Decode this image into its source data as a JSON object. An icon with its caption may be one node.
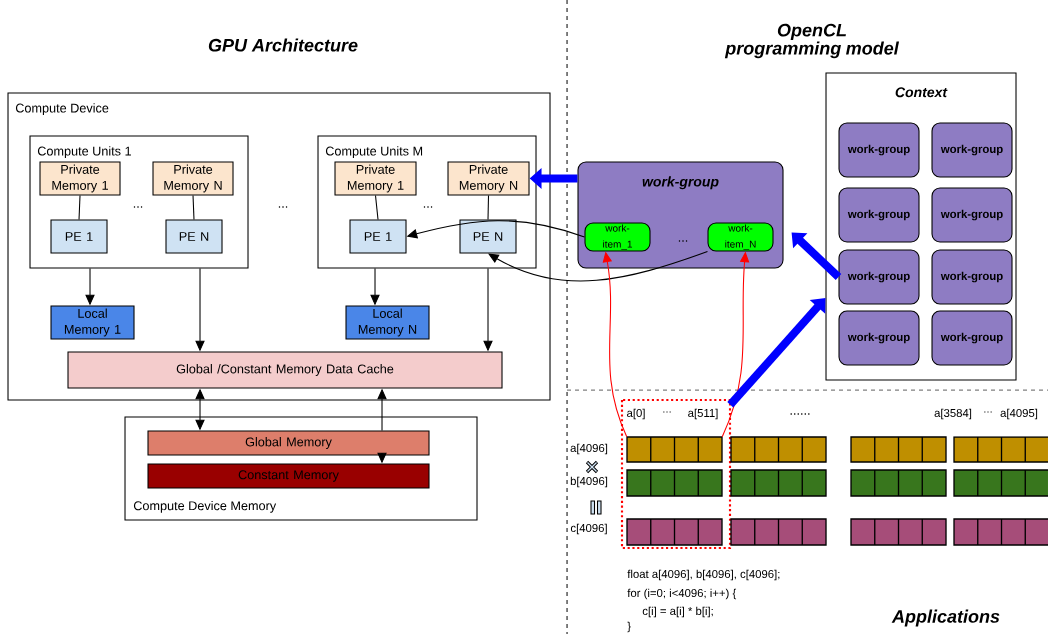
{
  "diagram": {
    "nodes": [
      {
        "text": [
          "Compute Device"
        ]
      },
      {
        "text": [
          "Compute Units 1"
        ],
        "in": 0
      },
      {
        "text": [
          "Private Memory 1"
        ],
        "in": 1
      },
      {
        "text": [
          "Private Memory N"
        ],
        "in": 1
      },
      {
        "text": [
          "PE 1"
        ],
        "in": 1
      },
      {
        "text": [
          "PE N"
        ],
        "in": 1
      },
      {
        "text": [
          "Compute Units M"
        ],
        "in": 0
      },
      {
        "text": [
          "Private Memory 1"
        ],
        "in": 6
      },
      {
        "text": [
          "Private Memory N"
        ],
        "in": 6
      },
      {
        "text": [
          "PE 1"
        ],
        "in": 6
      },
      {
        "text": [
          "PE N"
        ],
        "in": 6
      },
      {
        "text": [
          "Local Memory 1"
        ],
        "in": 0
      },
      {
        "text": [
          "Local Memory N"
        ],
        "in": 0
      },
      {
        "text": [
          "Global /Constant Memory Data Cache"
        ],
        "in": 0
      },
      {
        "text": [
          "Compute Device Memory"
        ]
      },
      {
        "text": [
          "Global Memory"
        ],
        "in": 14
      },
      {
        "text": [
          "Constant Memory"
        ],
        "in": 14
      },
      {
        "text": [
          "work-group"
        ]
      },
      {
        "text": [
          "work-item_1"
        ],
        "in": 17
      },
      {
        "text": [
          "work-item_N"
        ],
        "in": 17
      },
      {
        "text": [
          "Context"
        ]
      },
      {
        "text": [
          "work-group"
        ],
        "in": 20
      },
      {
        "text": [
          "work-group"
        ],
        "in": 20
      },
      {
        "text": [
          "work-group"
        ],
        "in": 20
      },
      {
        "text": [
          "work-group"
        ],
        "in": 20
      },
      {
        "text": [
          "work-group"
        ],
        "in": 20
      },
      {
        "text": [
          "work-group"
        ],
        "in": 20
      },
      {
        "text": [
          "work-group"
        ],
        "in": 20
      },
      {
        "text": [
          "work-group"
        ],
        "in": 20
      },
      {
        "text": [],
        "shape": "box"
      }
    ],
    "edges": [
      {
        "from": 2,
        "to": 4,
        "arrow": "none"
      },
      {
        "from": 3,
        "to": 5,
        "arrow": "none"
      },
      {
        "from": 7,
        "to": 9,
        "arrow": "none"
      },
      {
        "from": 8,
        "to": 10,
        "arrow": "none"
      },
      {
        "from": 1,
        "to": 11,
        "arrow": "to"
      },
      {
        "from": 1,
        "to": 13,
        "arrow": "to"
      },
      {
        "from": 6,
        "to": 12,
        "arrow": "to"
      },
      {
        "from": 6,
        "to": 13,
        "arrow": "to"
      },
      {
        "from": 13,
        "to": 15,
        "arrow": "both"
      },
      {
        "from": 15,
        "to": 13,
        "arrow": "to"
      },
      {
        "from": 15,
        "to": 16,
        "arrow": "to"
      },
      {
        "from": 17,
        "to": 8,
        "arrow": "to",
        "style": "thick",
        "color": "#0000ff"
      },
      {
        "from": 18,
        "to": 9,
        "arrow": "to"
      },
      {
        "from": 19,
        "to": 10,
        "arrow": "to"
      },
      {
        "from": 29,
        "to": 18,
        "arrow": "to",
        "color": "#ff0000"
      },
      {
        "from": 29,
        "to": 19,
        "arrow": "to",
        "color": "#ff0000"
      },
      {
        "from": 25,
        "to": 17,
        "arrow": "to",
        "style": "thick",
        "color": "#0000ff"
      },
      {
        "from": 29,
        "to": 20,
        "arrow": "to",
        "style": "thick",
        "color": "#0000ff"
      }
    ],
    "labels": [
      "GPU Architecture",
      "OpenCL programming model",
      "...",
      "...",
      "...",
      "...",
      "a[0]",
      "...",
      "a[511]",
      "......",
      "a[3584]",
      "...",
      "a[4095]",
      "a[4096]",
      "b[4096]",
      "c[4096]",
      "float a[4096], b[4096], c[4096];",
      "for (i=0; i<4096; i++) {",
      "c[i] = a[i] * b[i];",
      "}",
      "Applications"
    ]
  }
}
